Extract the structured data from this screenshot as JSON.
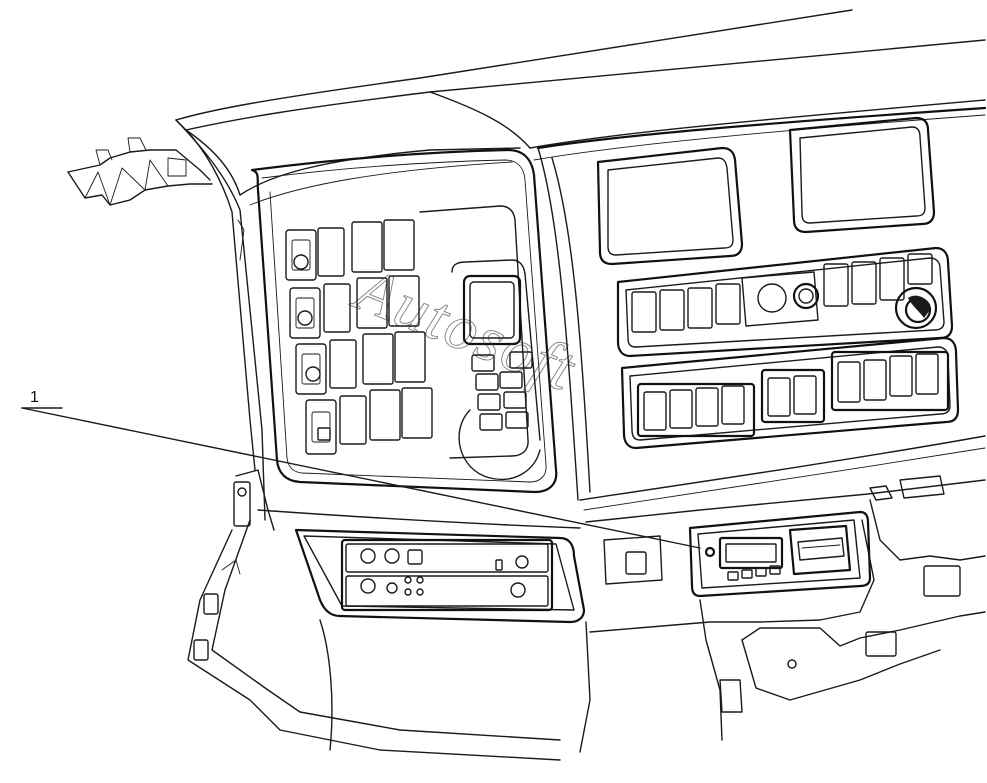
{
  "diagram": {
    "callouts": [
      {
        "label": "1",
        "target": "radio-unit"
      }
    ],
    "watermark": "Autosoft",
    "line_color": "#1a1a1a",
    "background_color": "#ffffff"
  }
}
